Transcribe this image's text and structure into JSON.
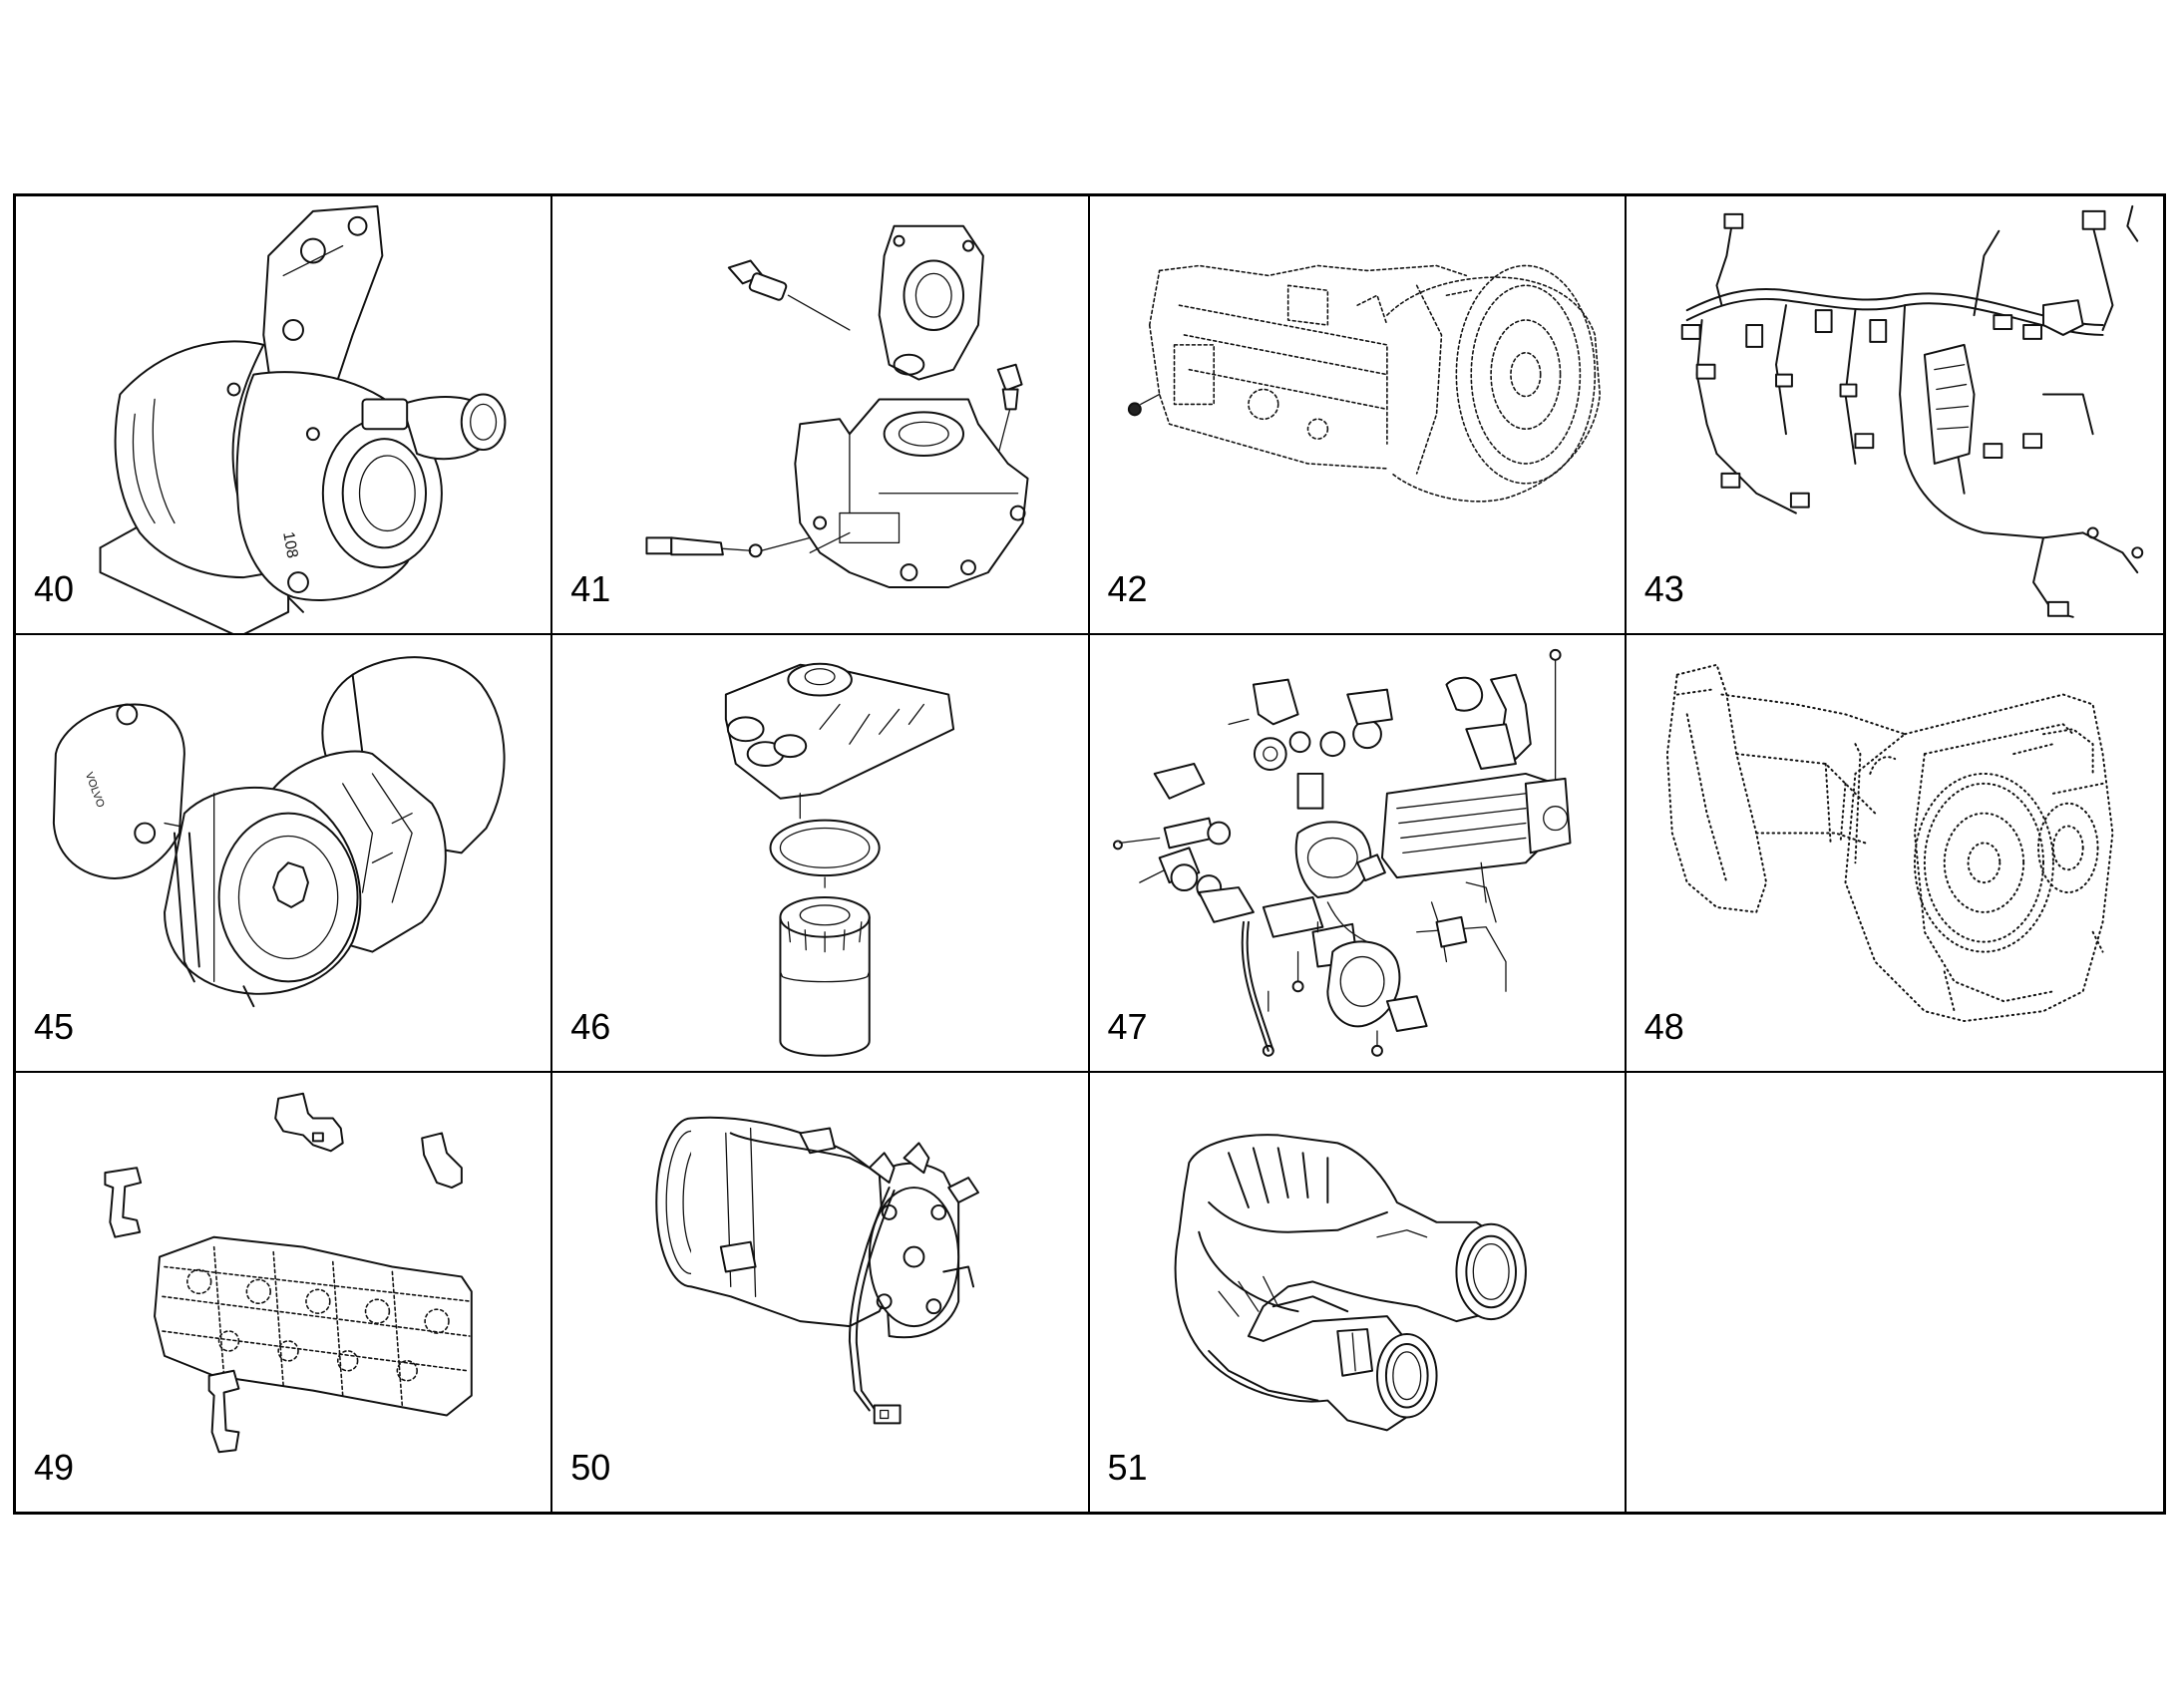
{
  "cells": [
    {
      "number": "40",
      "icon": "turbocharger-icon"
    },
    {
      "number": "41",
      "icon": "egr-valve-sensors-icon"
    },
    {
      "number": "42",
      "icon": "flywheel-housing-icon"
    },
    {
      "number": "43",
      "icon": "wiring-harness-icon"
    },
    {
      "number": "45",
      "icon": "belt-tensioner-icon"
    },
    {
      "number": "46",
      "icon": "oil-filter-assembly-icon"
    },
    {
      "number": "47",
      "icon": "egr-system-exploded-icon"
    },
    {
      "number": "48",
      "icon": "timing-gear-housing-icon"
    },
    {
      "number": "49",
      "icon": "cylinder-head-brackets-icon"
    },
    {
      "number": "50",
      "icon": "ac-compressor-icon"
    },
    {
      "number": "51",
      "icon": "intake-hose-icon"
    },
    {
      "number": "",
      "icon": ""
    }
  ],
  "line_color": "#000000",
  "background": "#ffffff"
}
